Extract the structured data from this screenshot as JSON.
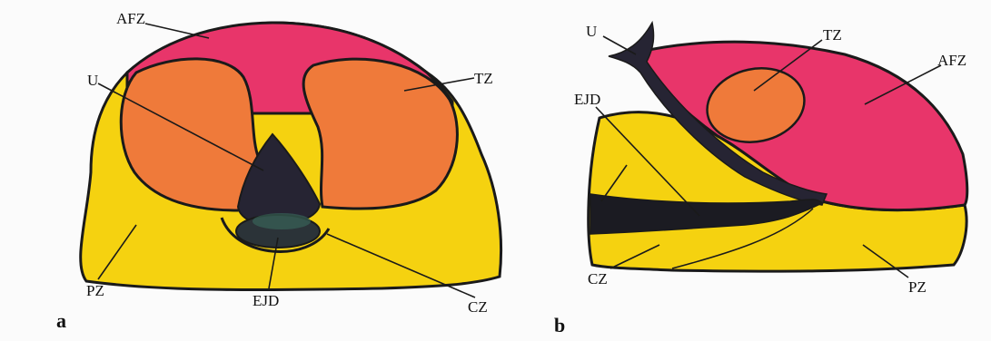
{
  "panels": [
    {
      "letter": "a",
      "labels": {
        "afz": "AFZ",
        "u": "U",
        "tz": "TZ",
        "pz": "PZ",
        "ejd": "EJD",
        "cz": "CZ"
      }
    },
    {
      "letter": "b",
      "labels": {
        "u": "U",
        "tz": "TZ",
        "afz": "AFZ",
        "ejd": "EJD",
        "cz": "CZ",
        "pz": "PZ"
      }
    }
  ],
  "colors": {
    "peripheral_zone": "#f5d210",
    "anterior_fibromuscular_zone": "#e8356a",
    "transition_zone": "#ef7a3a",
    "urethra": "#262433",
    "outline": "#1a1a1a"
  }
}
